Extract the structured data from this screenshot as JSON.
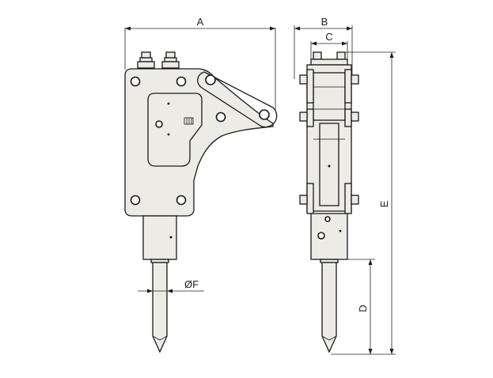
{
  "dimensions": {
    "A": "A",
    "B": "B",
    "C": "C",
    "D": "D",
    "E": "E",
    "F": "ØF"
  }
}
